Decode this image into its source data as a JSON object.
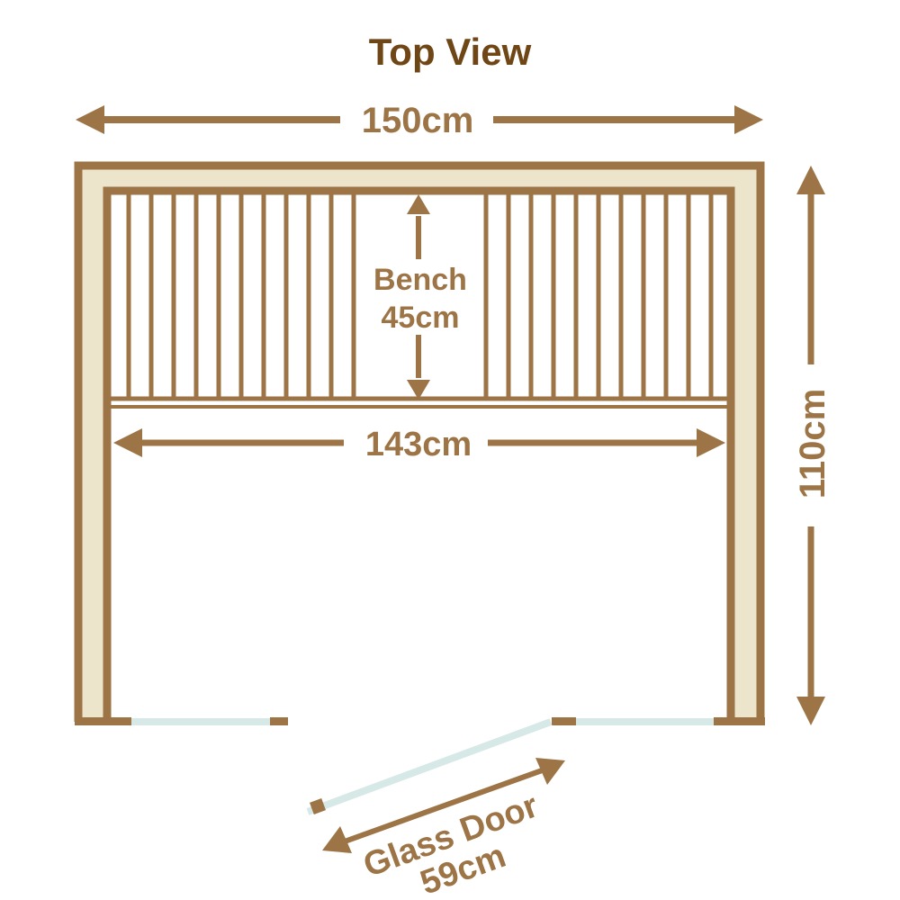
{
  "title": "Top View",
  "dimensions": {
    "width": "150cm",
    "depth": "110cm",
    "bench_width": "143cm",
    "bench_label": "Bench",
    "bench_depth": "45cm",
    "door_label": "Glass Door",
    "door_width": "59cm"
  },
  "colors": {
    "wood": "#9c7446",
    "wall_fill": "#ede4cc",
    "glass": "#d6e9e6",
    "title": "#6f4615"
  }
}
